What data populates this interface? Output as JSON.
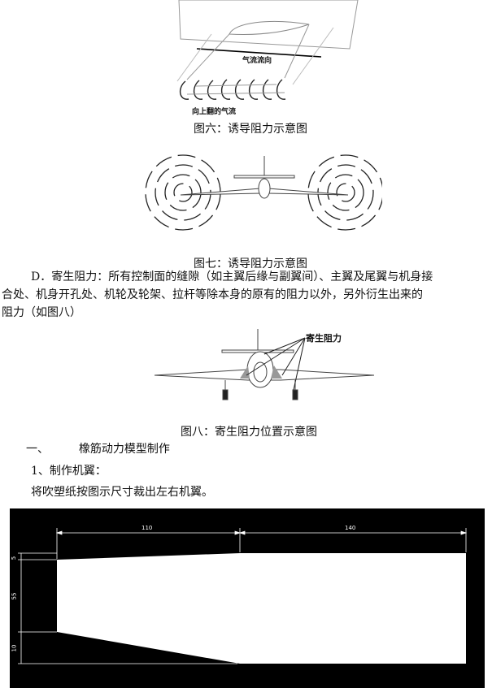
{
  "figure6": {
    "label_airflow": "气流流向",
    "label_upflow": "向上翻的气流",
    "caption": "图六：诱导阻力示意图"
  },
  "figure7": {
    "caption": "图七：诱导阻力示意图"
  },
  "paragraph_d": {
    "line1": "D．寄生阻力：所有控制面的缝隙（如主翼后缘与副翼间）、主翼及尾翼与机身接",
    "line2": "合处、机身开孔处、机轮及轮架、拉杆等除本身的原有的阻力以外，另外衍生出来的",
    "line3": "阻力（如图八）"
  },
  "figure8": {
    "label_parasitic": "寄生阻力",
    "caption": "图八：寄生阻力位置示意图"
  },
  "section": {
    "number": "一、",
    "title": "橡筋动力模型制作"
  },
  "step1": {
    "title": "1、制作机翼：",
    "instruction": "将吹塑纸按图示尺寸裁出左右机翼。"
  },
  "wing_drawing": {
    "dim_top_left": "110",
    "dim_top_right": "140",
    "dim_left_top": "5",
    "dim_left_mid": "55",
    "dim_left_bottom": "10"
  }
}
